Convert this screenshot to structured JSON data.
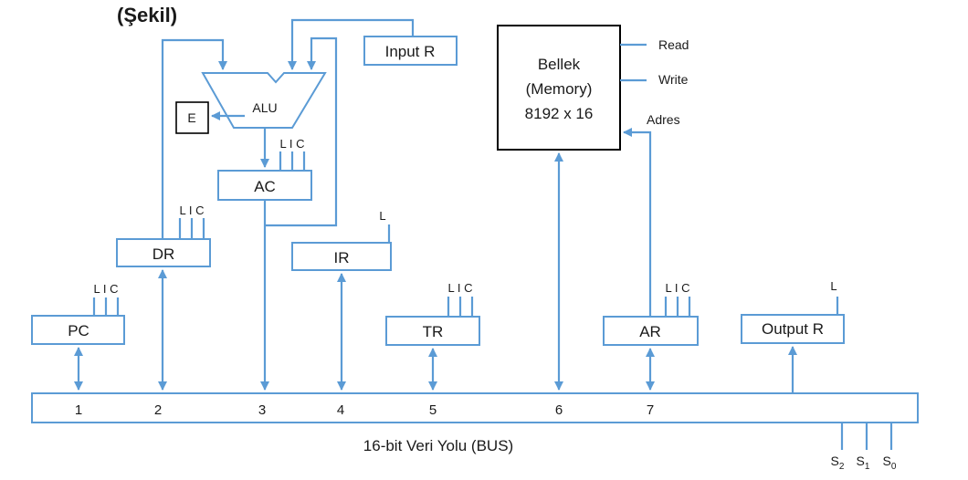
{
  "title_fragment": "(Şekil)",
  "registers": {
    "pc": "PC",
    "dr": "DR",
    "ac": "AC",
    "ir": "IR",
    "tr": "TR",
    "ar": "AR",
    "input": "Input R",
    "output": "Output R",
    "e": "E"
  },
  "alu_label": "ALU",
  "memory": {
    "line1": "Bellek",
    "line2": "(Memory)",
    "line3": "8192 x 16",
    "read": "Read",
    "write": "Write",
    "address": "Adres"
  },
  "control_labels": {
    "lic": "L I C",
    "l": "L"
  },
  "bus": {
    "label": "16-bit Veri Yolu (BUS)",
    "ports": [
      "1",
      "2",
      "3",
      "4",
      "5",
      "6",
      "7"
    ],
    "selects": [
      {
        "base": "S",
        "sub": "2"
      },
      {
        "base": "S",
        "sub": "1"
      },
      {
        "base": "S",
        "sub": "0"
      }
    ]
  },
  "colors": {
    "wire": "#5b9bd5",
    "box_border": "#5b9bd5",
    "text": "#1a1a1a",
    "memory_border": "#000000"
  }
}
